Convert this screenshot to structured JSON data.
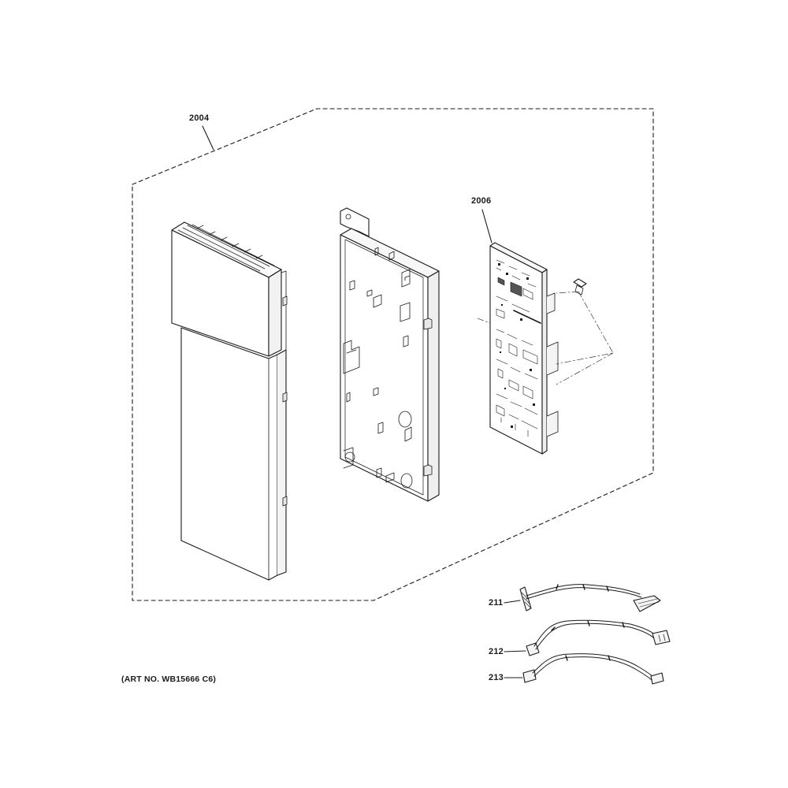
{
  "diagram": {
    "callouts": {
      "assembly": "2004",
      "control_board": "2006",
      "harness_a": "211",
      "harness_b": "212",
      "harness_c": "213"
    },
    "art_number": "(ART NO. WB15666 C6)"
  }
}
